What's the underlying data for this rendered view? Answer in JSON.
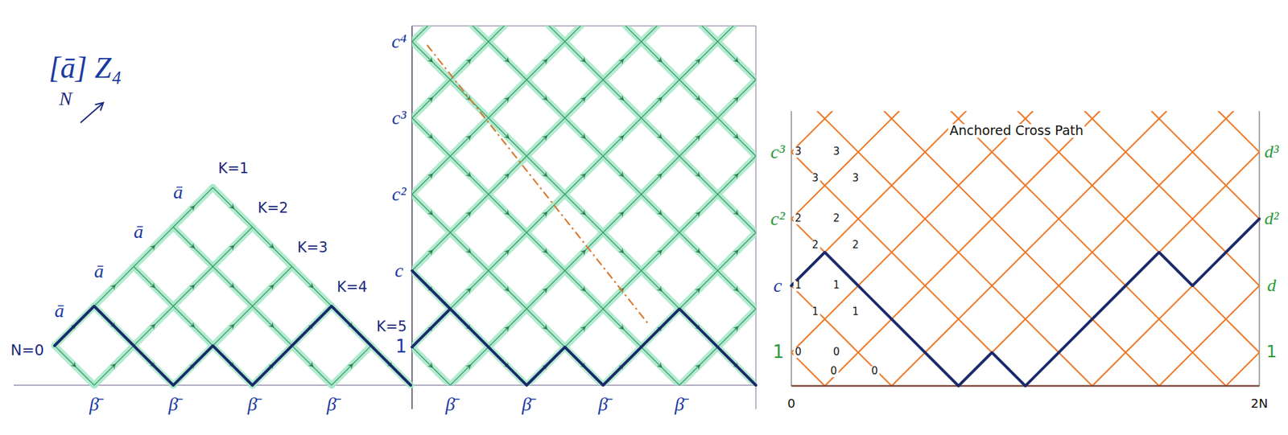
{
  "diagram": {
    "title": "[ā] Z₄",
    "labels": [
      "N",
      "N=0",
      "ā",
      "ā",
      "ā",
      "ā",
      "K=1",
      "K=2",
      "K=3",
      "K=4",
      "K=5",
      "β̄",
      "β̄",
      "β̄",
      "β̄",
      "c⁴",
      "c³",
      "c²",
      "c",
      "1",
      "β̄",
      "β̄",
      "β̄",
      "β̄",
      "c³",
      "c²",
      "c",
      "1",
      "d³",
      "d²",
      "d",
      "1",
      "Anchored Cross Path",
      "0",
      "2N",
      "3",
      "3",
      "3",
      "3",
      "2",
      "2",
      "2",
      "2",
      "1",
      "1",
      "1",
      "1",
      "0",
      "0",
      "0",
      "0"
    ]
  }
}
